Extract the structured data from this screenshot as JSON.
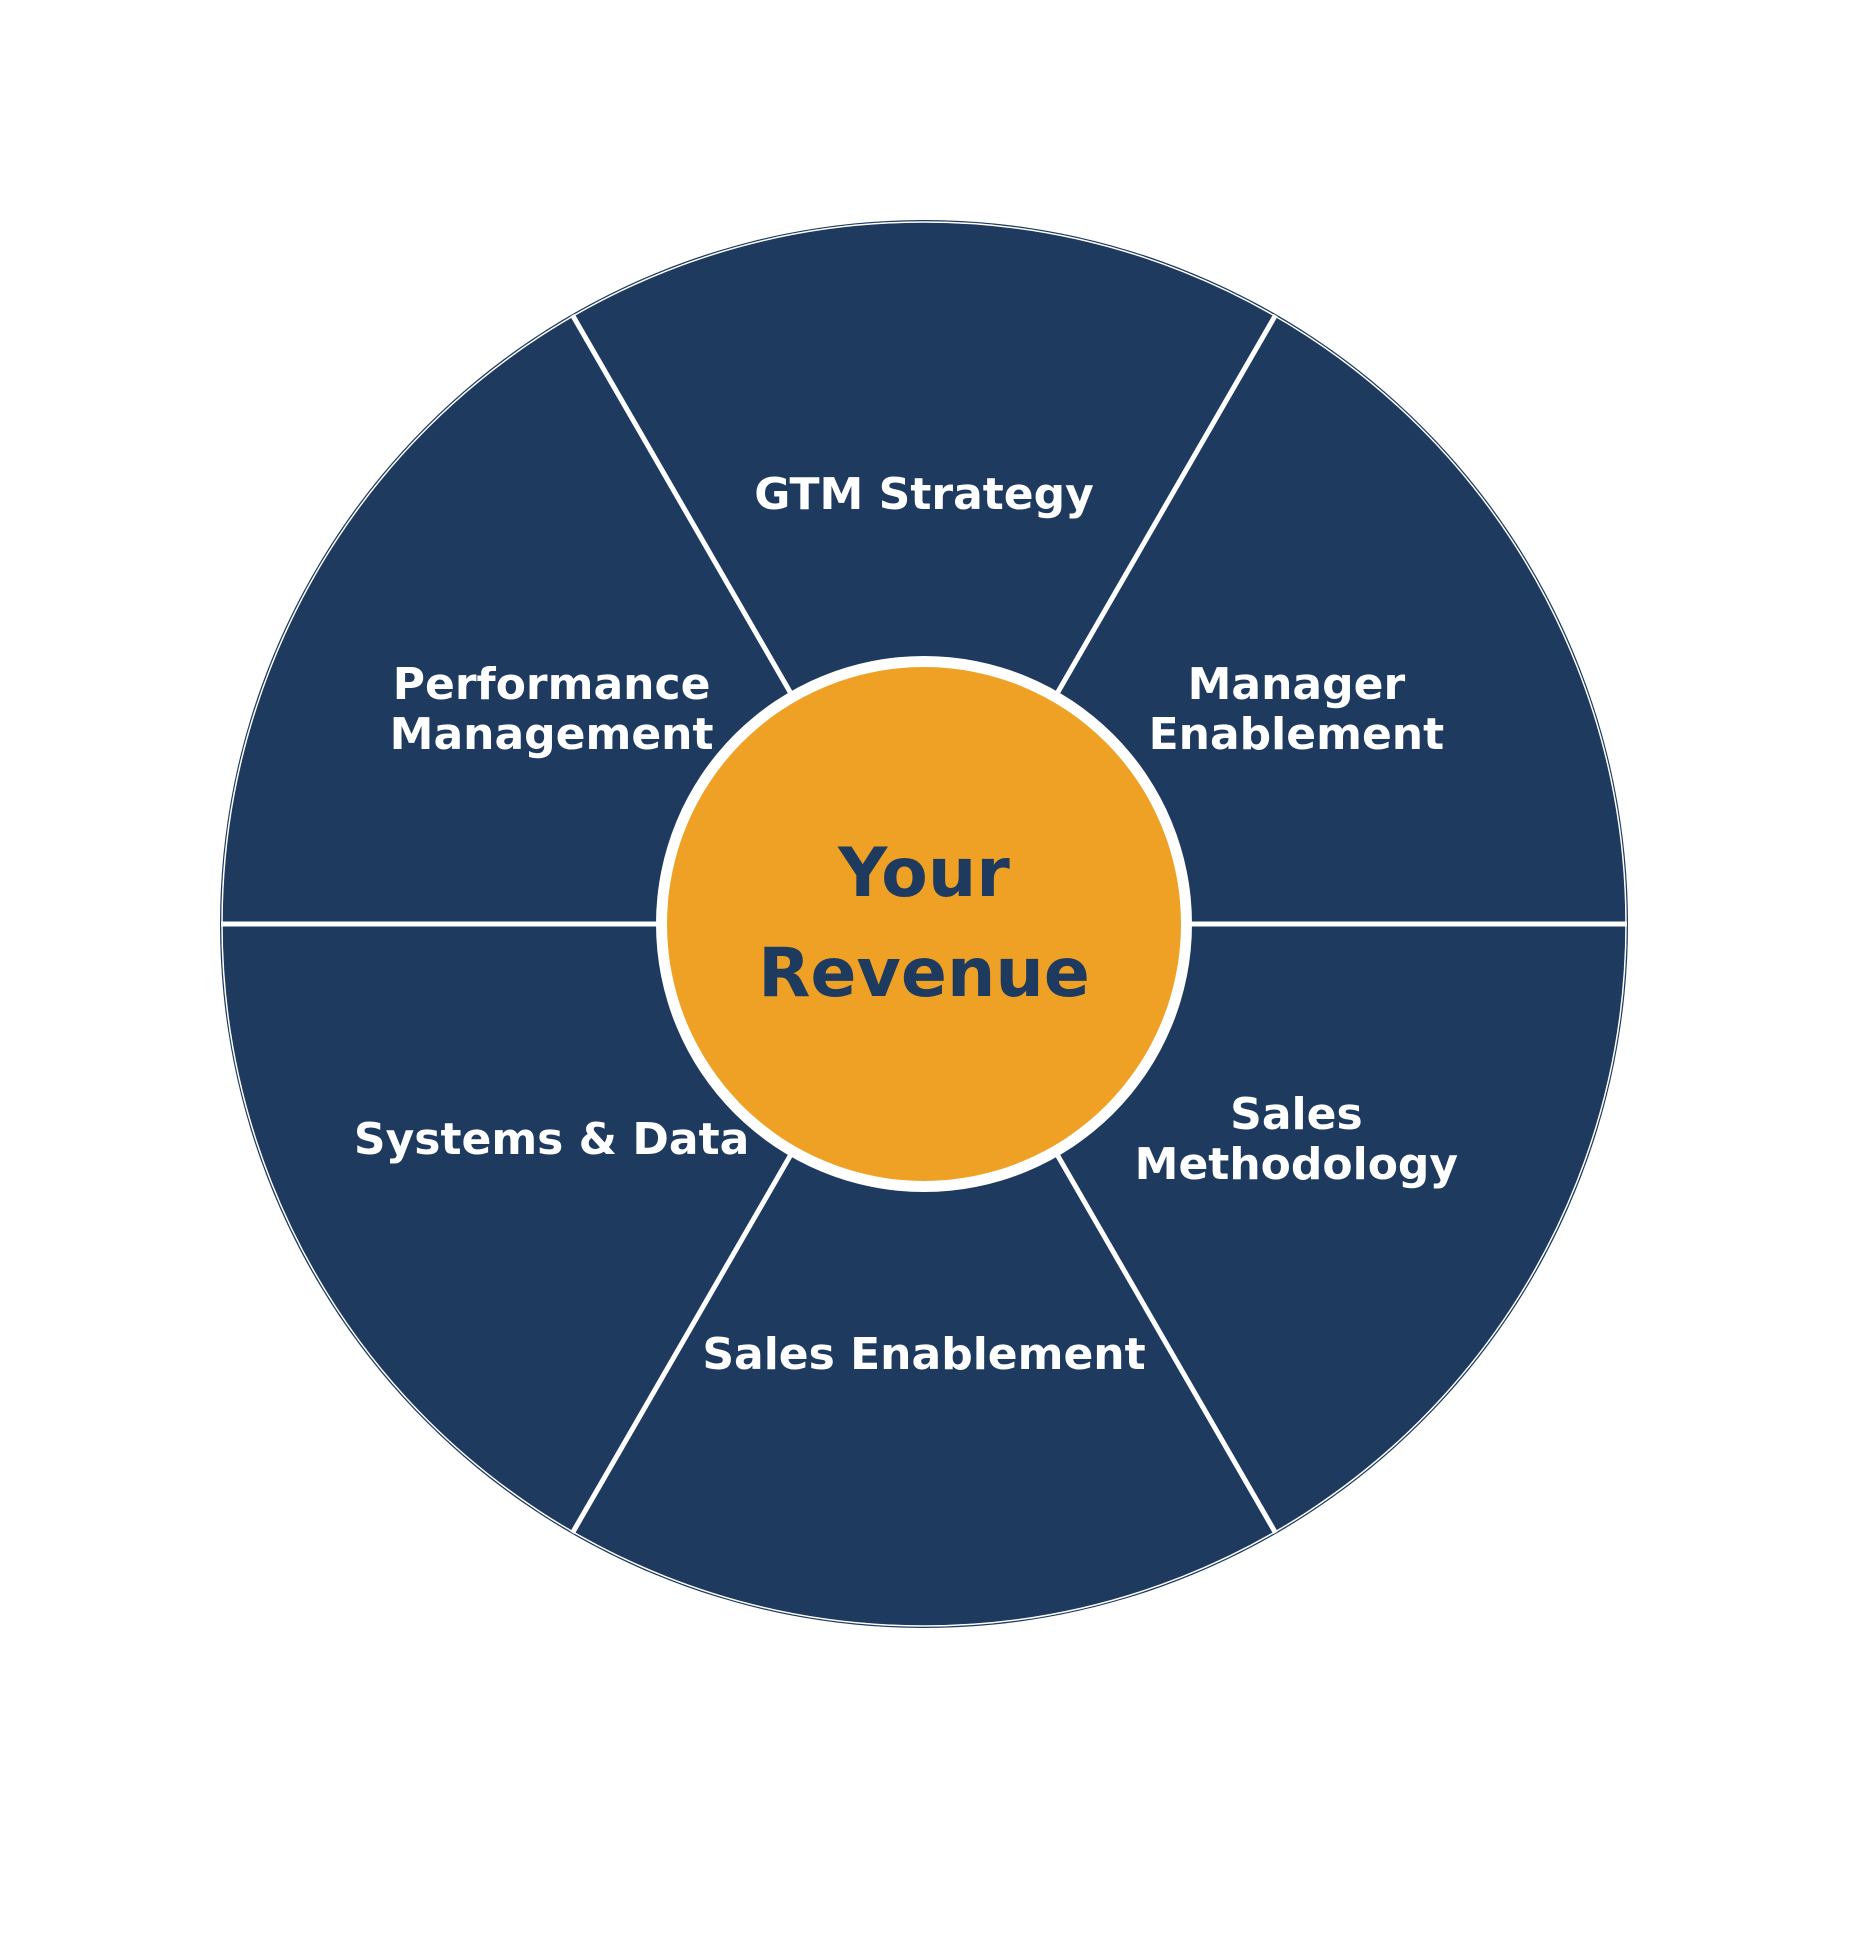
{
  "diagram": {
    "type": "radial-wheel",
    "colors": {
      "segment_fill": "#1e3a5f",
      "segment_text": "#ffffff",
      "divider": "#ffffff",
      "hub_fill": "#eea124",
      "hub_text": "#1e3a5f",
      "background": "#ffffff"
    },
    "hub": {
      "lines": [
        "Your",
        "Revenue"
      ]
    },
    "segments": [
      {
        "id": "gtm-strategy",
        "lines": [
          "GTM Strategy"
        ]
      },
      {
        "id": "manager-enablement",
        "lines": [
          "Manager",
          "Enablement"
        ]
      },
      {
        "id": "sales-methodology",
        "lines": [
          "Sales",
          "Methodology"
        ]
      },
      {
        "id": "sales-enablement",
        "lines": [
          "Sales Enablement"
        ]
      },
      {
        "id": "systems-data",
        "lines": [
          "Systems & Data"
        ]
      },
      {
        "id": "performance-management",
        "lines": [
          "Performance",
          "Management"
        ]
      }
    ]
  }
}
